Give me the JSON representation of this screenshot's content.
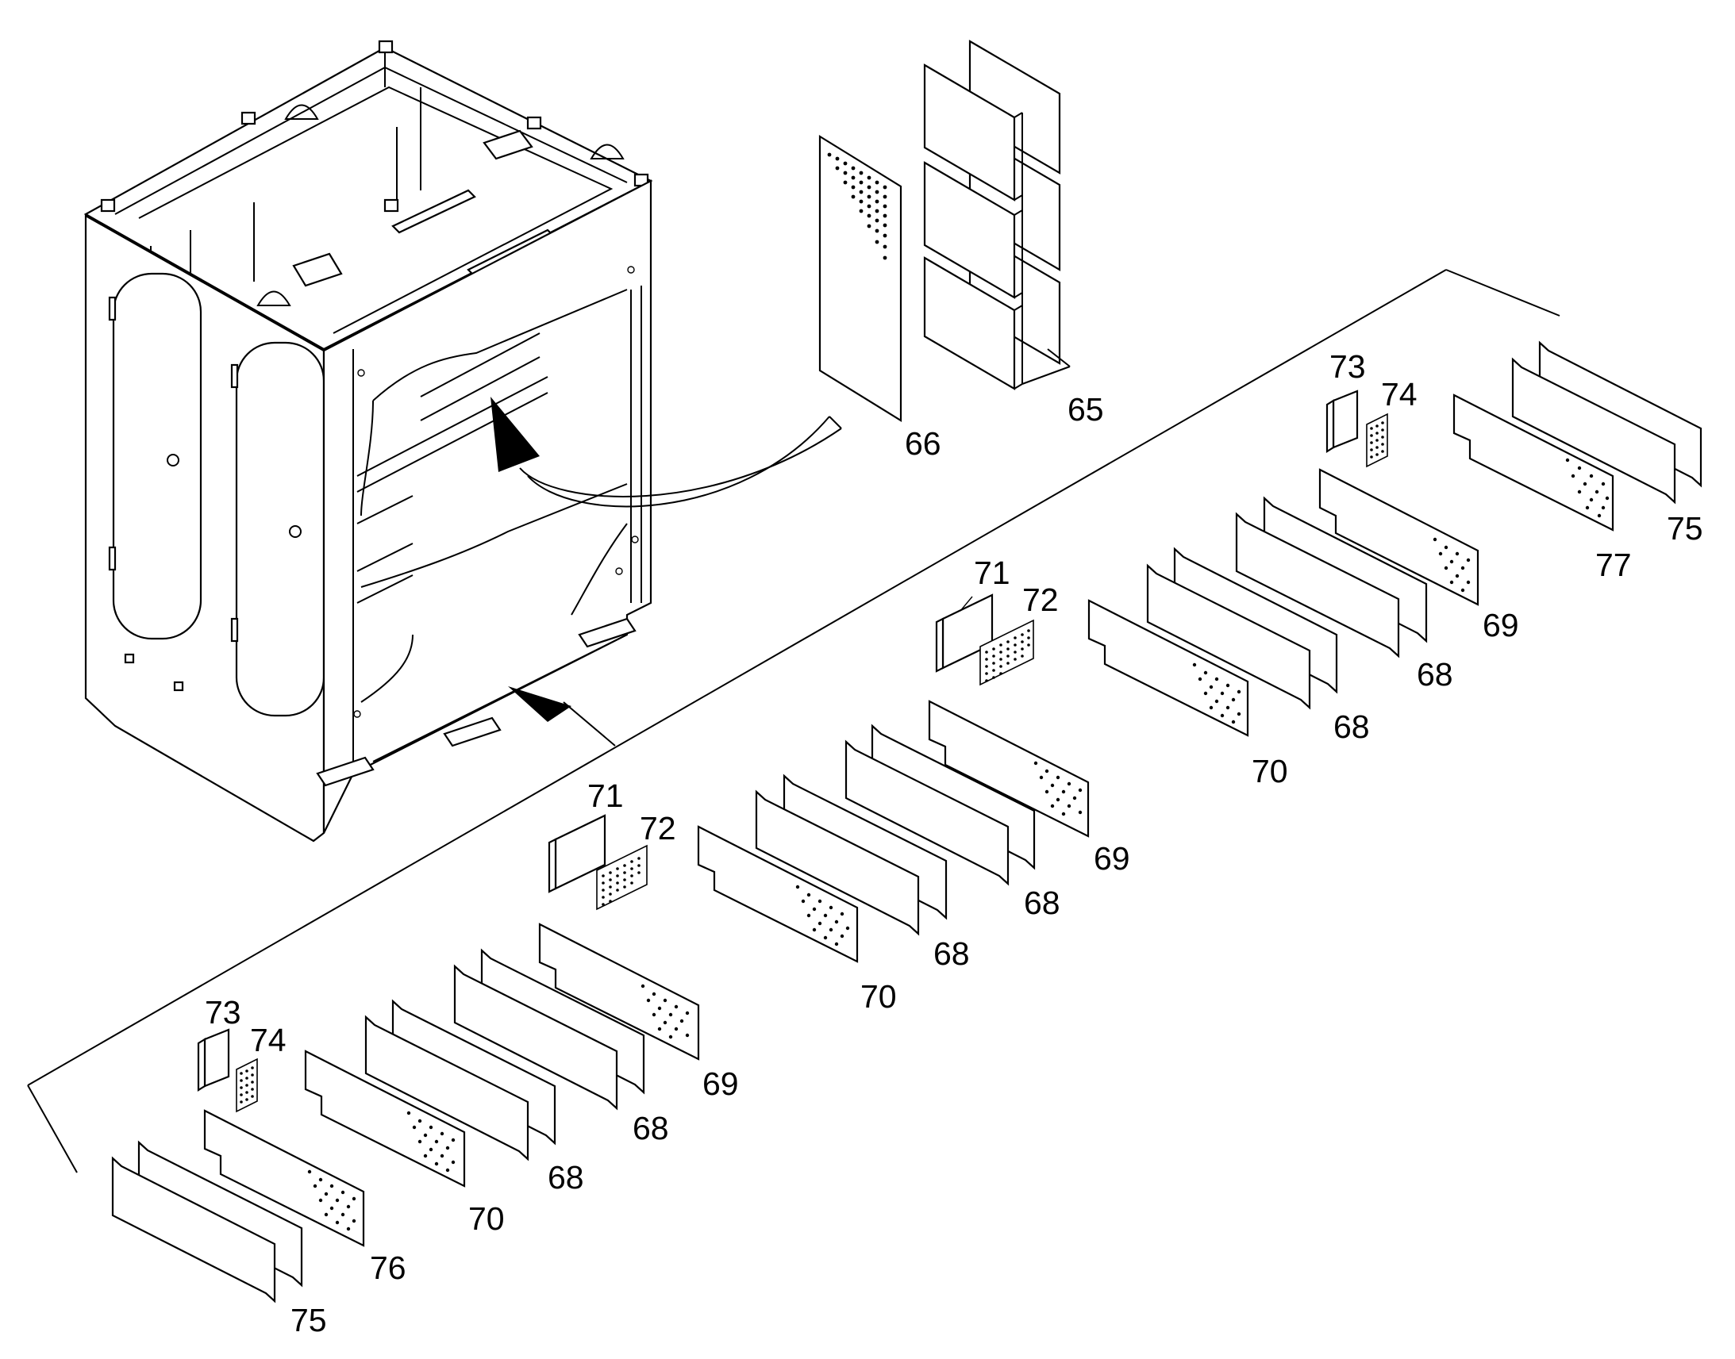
{
  "callouts": {
    "c65": "65",
    "c66": "66",
    "c68a": "68",
    "c68b": "68",
    "c68c": "68",
    "c68d": "68",
    "c68e": "68",
    "c68f": "68",
    "c69a": "69",
    "c69b": "69",
    "c69c": "69",
    "c70a": "70",
    "c70b": "70",
    "c70c": "70",
    "c71a": "71",
    "c71b": "71",
    "c72a": "72",
    "c72b": "72",
    "c73a": "73",
    "c73b": "73",
    "c74a": "74",
    "c74b": "74",
    "c75a": "75",
    "c75b": "75",
    "c76": "76",
    "c77": "77"
  },
  "colors": {
    "line": "#000000",
    "background": "#ffffff"
  }
}
